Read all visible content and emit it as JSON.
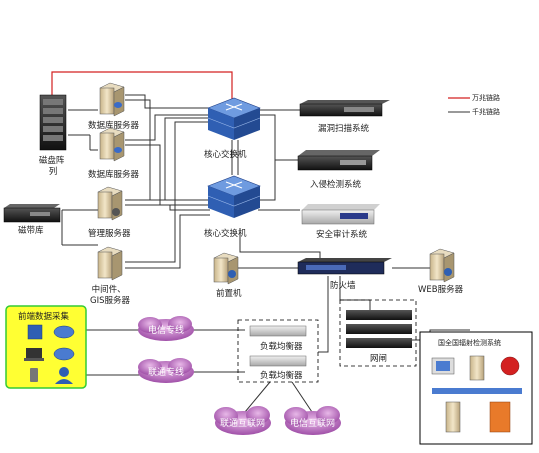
{
  "legend": {
    "fiber_link": "万兆链路",
    "gigabit_link": "千兆链路",
    "fiber_color": "#d32020",
    "gigabit_color": "#333333"
  },
  "nodes": {
    "disk_array": "磁盘阵\n列",
    "db_server_1": "数据库服务器",
    "db_server_2": "数据库服务器",
    "core_switch_1": "核心交换机",
    "core_switch_2": "核心交换机",
    "vuln_scanner": "漏洞扫描系统",
    "ids": "入侵检测系统",
    "audit": "安全审计系统",
    "tape_library": "磁带库",
    "mgmt_server": "管理服务器",
    "middleware_server": "中间件、\nGIS服务器",
    "front_machine": "前置机",
    "firewall": "防火墙",
    "web_server": "WEB服务器",
    "gateway": "网闸",
    "load_balancer_1": "负载均衡器",
    "load_balancer_2": "负载均衡器",
    "terminal_collection": "前端数据采集",
    "telecom_line": "电信专线",
    "unicom_line": "联通专线",
    "unicom_internet": "联通互联网",
    "telecom_internet": "电信互联网",
    "national_system": "国全国辐射检测系统"
  },
  "colors": {
    "accent_blue": "#2f5fb3",
    "terminal_bg": "#ffff33",
    "terminal_border": "#33cc33",
    "cloud": "#b05cb0"
  }
}
